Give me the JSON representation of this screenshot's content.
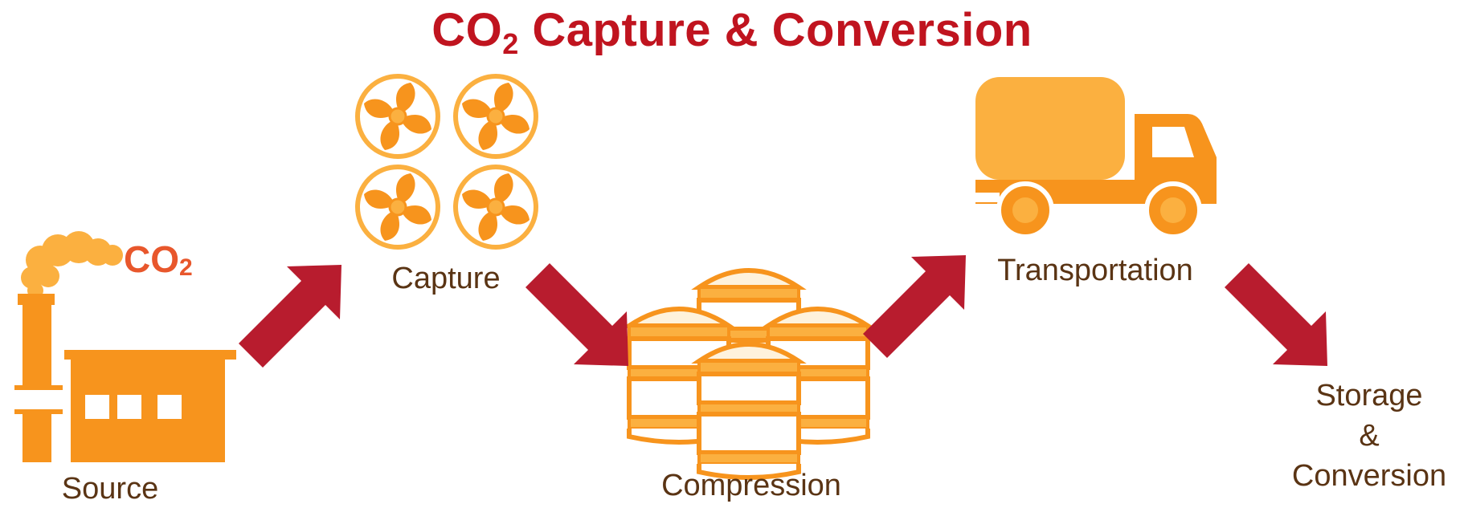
{
  "title": {
    "prefix": "CO",
    "subscript": "2",
    "rest": " Capture & Conversion"
  },
  "source_emission": {
    "prefix": "CO",
    "subscript": "2"
  },
  "steps": [
    {
      "label": "Source",
      "icon": "factory-icon"
    },
    {
      "label": "Capture",
      "icon": "fans-icon"
    },
    {
      "label": "Compression",
      "icon": "storage-tanks-icon"
    },
    {
      "label": "Transportation",
      "icon": "truck-icon"
    },
    {
      "label_lines": [
        "Storage",
        "&",
        "Conversion"
      ],
      "icon": "none"
    }
  ],
  "colors": {
    "title": "#c0141f",
    "arrow": "#b81c2e",
    "icon_orange": "#f7941d",
    "icon_light": "#fbb040",
    "label": "#5a3414",
    "co2_tag": "#e8572c"
  }
}
